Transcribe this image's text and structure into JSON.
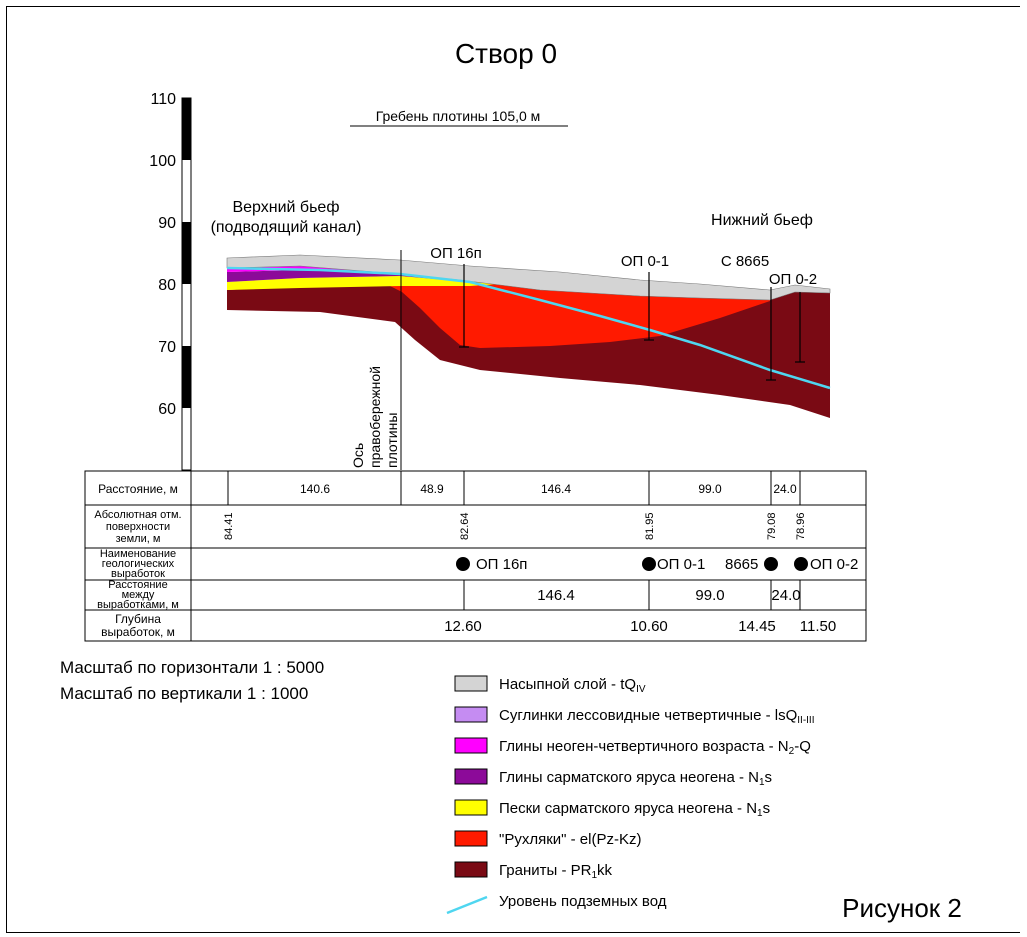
{
  "title": "Створ 0",
  "figure_label": "Рисунок 2",
  "crest": "Гребень плотины 105,0 м",
  "axis_ticks": [
    "110",
    "100",
    "90",
    "80",
    "70",
    "60"
  ],
  "upstream": [
    "Верхний бьеф",
    "(подводящий канал)"
  ],
  "downstream": "Нижний бьеф",
  "dam_axis": [
    "Ось",
    "правобережной",
    "плотины"
  ],
  "wells": [
    "ОП 16п",
    "ОП 0-1",
    "С 8665",
    "ОП 0-2"
  ],
  "table": {
    "row_labels": {
      "distance": [
        "Расстояние, м"
      ],
      "elevation": [
        "Абсолютная отм.",
        "поверхности",
        "земли, м"
      ],
      "names": [
        "Наименование",
        "геологических",
        "выработок"
      ],
      "between": [
        "Расстояние",
        "между",
        "выработками, м"
      ],
      "depth": [
        "Глубина",
        "выработок, м"
      ]
    },
    "distances": [
      "140.6",
      "48.9",
      "146.4",
      "99.0",
      "24.0"
    ],
    "elevations": [
      "84.41",
      "82.64",
      "81.95",
      "79.08",
      "78.96"
    ],
    "names": [
      "ОП 16п",
      "ОП 0-1",
      "8665",
      "ОП 0-2"
    ],
    "between": [
      "146.4",
      "99.0",
      "24.0"
    ],
    "depths": [
      "12.60",
      "10.60",
      "14.45",
      "11.50"
    ]
  },
  "scale": [
    "Масштаб по горизонтали 1 : 5000",
    "Масштаб по вертикали 1 : 1000"
  ],
  "legend": [
    {
      "label": "Насыпной слой - tQ",
      "sub": "IV",
      "tail": "",
      "color": "#d4d4d4"
    },
    {
      "label": "Суглинки лессовидные четвертичные - lsQ",
      "sub": "II-III",
      "tail": "",
      "color": "#c58cf2"
    },
    {
      "label": "Глины неоген-четвертичного возраста - N",
      "sub": "2",
      "tail": "-Q",
      "color": "#ff00ff"
    },
    {
      "label": "Глины сарматского яруса неогена - N",
      "sub": "1",
      "tail": "s",
      "color": "#8c0a99"
    },
    {
      "label": "Пески сарматского яруса неогена - N",
      "sub": "1",
      "tail": "s",
      "color": "#ffff00"
    },
    {
      "label": "\"Рухляки\" - el(Pz-Kz)",
      "sub": "",
      "tail": "",
      "color": "#ff1a00"
    },
    {
      "label": "Граниты - PR",
      "sub": "1",
      "tail": "kk",
      "color": "#7a0a14"
    },
    {
      "label": "Уровень подземных вод",
      "sub": "",
      "tail": "",
      "color": "#4fd6f0"
    }
  ]
}
